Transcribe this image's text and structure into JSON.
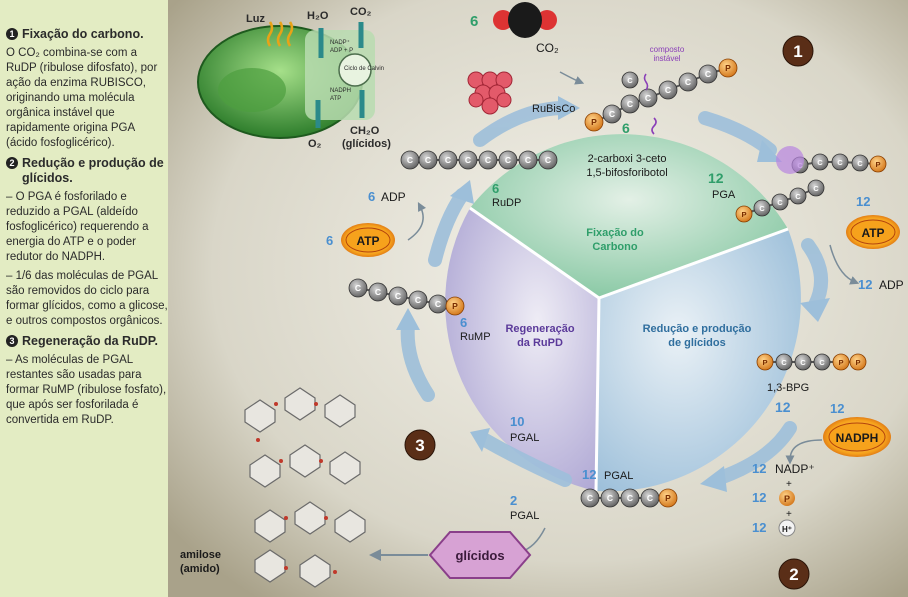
{
  "sidebar": {
    "sections": [
      {
        "num": "1",
        "title": "Fixação do carbono.",
        "paragraphs": [
          "O CO₂ combina-se com a RuDP (ribulose difosfato), por ação da enzima RUBISCO, originando uma molécula orgânica instável que rapidamente origina PGA (ácido fosfoglicérico)."
        ]
      },
      {
        "num": "2",
        "title": "Redução e produção de glícidos.",
        "paragraphs": [
          "– O PGA é fosforilado e reduzido a PGAL (aldeído fosfoglicérico) requerendo a energia do ATP e o poder redutor do NADPH.",
          "– 1/6 das moléculas de PGAL são removidos do ciclo para formar glícidos, como a glicose, e outros compostos orgânicos."
        ]
      },
      {
        "num": "3",
        "title": "Regeneração da RuDP.",
        "paragraphs": [
          "– As moléculas de PGAL restantes são usadas para formar RuMP (ribulose fosfato), que após ser fosforilada é convertida em RuDP."
        ]
      }
    ]
  },
  "chloroplast": {
    "luz": "Luz",
    "h2o": "H₂O",
    "co2": "CO₂",
    "o2": "O₂",
    "ch2o": "CH₂O",
    "glicidos": "(glícidos)",
    "nadp": "NADP⁺",
    "adp_p": "ADP + P",
    "ciclo": "Ciclo de Calvin",
    "nadph": "NADPH",
    "atp": "ATP"
  },
  "cycle": {
    "sector_fixacao": [
      "Fixação do",
      "Carbono"
    ],
    "sector_reducao": [
      "Redução e produção",
      "de glícidos"
    ],
    "sector_regeneracao": [
      "Regeneração",
      "da RuPD"
    ]
  },
  "labels": {
    "co2_count": "6",
    "co2": "CO₂",
    "composto": [
      "composto",
      "instável"
    ],
    "rubisco": "RuBisCo",
    "intermediate_count": "6",
    "intermediate": [
      "2-carboxi 3-ceto",
      "1,5-bifosforibotol"
    ],
    "pga_count": "12",
    "pga": "PGA",
    "rudp_count": "6",
    "rudp": "RuDP",
    "adp_top_count": "6",
    "adp_top": "ADP",
    "atp_left_count": "6",
    "atp": "ATP",
    "atp_right_count": "12",
    "adp_right_count": "12",
    "adp_right": "ADP",
    "rump_count": "6",
    "rump": "RuMP",
    "bpg": "1,3-BPG",
    "bpg_count": "12",
    "nadph_count": "12",
    "nadph": "NADPH",
    "nadp_count": "12",
    "nadp": "NADP⁺",
    "p_count": "12",
    "p": "P",
    "h_count": "12",
    "h": "H⁺",
    "plus": "+",
    "pgal_count_12": "12",
    "pgal": "PGAL",
    "pgal_count_10": "10",
    "pgal_count_2": "2",
    "glicidos": "glícidos",
    "amilose": [
      "amilose",
      "(amido)"
    ],
    "carbon": "C",
    "phosphate": "P"
  },
  "step_badges": [
    "1",
    "2",
    "3"
  ],
  "colors": {
    "sidebar_bg": "#e3ecc3",
    "fixacao": "#2f9e6a",
    "reducao": "#2f6e9e",
    "regeneracao": "#5b3a9a",
    "count": "#4a8fd0",
    "count_green": "#2f9e6a",
    "atp_fill": "#f6a21c",
    "arrow": "#8fb8d8",
    "badge": "#5a2e17",
    "glicidos_fill": "#d7a2d4"
  }
}
